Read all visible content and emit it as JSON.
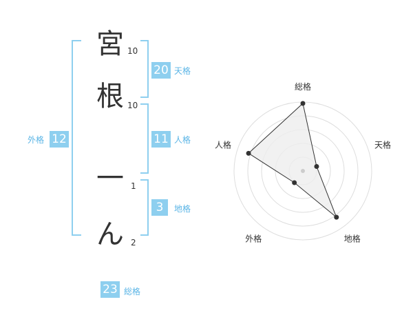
{
  "name": {
    "chars": [
      {
        "char": "宮",
        "strokes": "10"
      },
      {
        "char": "根",
        "strokes": "10"
      },
      {
        "char": "一",
        "strokes": "1"
      },
      {
        "char": "ん",
        "strokes": "2"
      }
    ]
  },
  "kaku": {
    "tenkaku": {
      "value": "20",
      "label": "天格"
    },
    "jinkaku": {
      "value": "11",
      "label": "人格"
    },
    "chikaku": {
      "value": "3",
      "label": "地格"
    },
    "gaikaku": {
      "value": "12",
      "label": "外格"
    },
    "soukaku": {
      "value": "23",
      "label": "総格"
    }
  },
  "chart_data": {
    "type": "radar",
    "axes": [
      "総格",
      "天格",
      "地格",
      "外格",
      "人格"
    ],
    "values": [
      0.98,
      0.21,
      0.83,
      0.21,
      0.83
    ],
    "rings": 5,
    "colors": {
      "fill": "#eeeeee",
      "stroke": "#333333",
      "grid": "#dddddd",
      "center": "#cccccc"
    }
  }
}
